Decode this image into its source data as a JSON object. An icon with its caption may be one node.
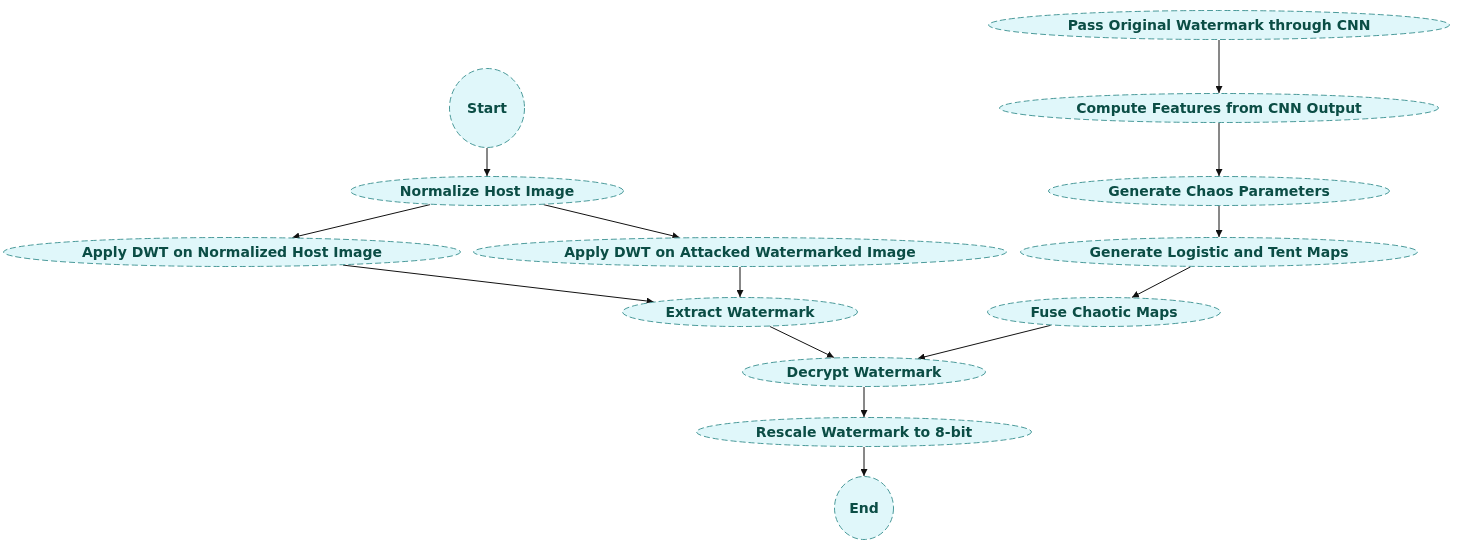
{
  "diagram": {
    "nodes": [
      {
        "text": [
          "Start"
        ]
      },
      {
        "text": [
          "Normalize Host Image"
        ]
      },
      {
        "text": [
          "Apply DWT on Normalized Host Image"
        ]
      },
      {
        "text": [
          "Apply DWT on Attacked Watermarked Image"
        ]
      },
      {
        "text": [
          "Extract Watermark"
        ]
      },
      {
        "text": [
          "Decrypt Watermark"
        ]
      },
      {
        "text": [
          "Rescale Watermark to 8-bit"
        ]
      },
      {
        "text": [
          "End"
        ]
      },
      {
        "text": [
          "Pass Original Watermark through CNN"
        ]
      },
      {
        "text": [
          "Compute Features from CNN Output"
        ]
      },
      {
        "text": [
          "Generate Chaos Parameters"
        ]
      },
      {
        "text": [
          "Generate Logistic and Tent Maps"
        ]
      },
      {
        "text": [
          "Fuse Chaotic Maps"
        ]
      }
    ],
    "edges": [
      {
        "from": 0,
        "to": 1,
        "arrow": "to"
      },
      {
        "from": 1,
        "to": 2,
        "arrow": "to"
      },
      {
        "from": 1,
        "to": 3,
        "arrow": "to"
      },
      {
        "from": 2,
        "to": 4,
        "arrow": "to"
      },
      {
        "from": 3,
        "to": 4,
        "arrow": "to"
      },
      {
        "from": 4,
        "to": 5,
        "arrow": "to"
      },
      {
        "from": 12,
        "to": 5,
        "arrow": "to"
      },
      {
        "from": 5,
        "to": 6,
        "arrow": "to"
      },
      {
        "from": 6,
        "to": 7,
        "arrow": "to"
      },
      {
        "from": 8,
        "to": 9,
        "arrow": "to"
      },
      {
        "from": 9,
        "to": 10,
        "arrow": "to"
      },
      {
        "from": 10,
        "to": 11,
        "arrow": "to"
      },
      {
        "from": 11,
        "to": 12,
        "arrow": "to"
      }
    ]
  }
}
